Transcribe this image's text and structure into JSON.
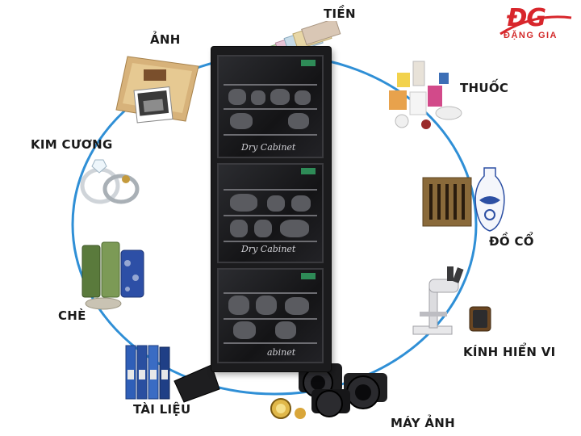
{
  "brand": {
    "logo_mark": "ĐG",
    "logo_name": "ĐẶNG GIA",
    "accent": "#d8262c"
  },
  "ring_color": "#2f8fd6",
  "labels": {
    "tien": "TIỀN",
    "anh": "ẢNH",
    "thuoc": "THUỐC",
    "kim_cuong": "KIM CƯƠNG",
    "do_co": "ĐỒ CỔ",
    "che": "CHÈ",
    "kinh_hien_vi": "KÍNH HIỂN VI",
    "tai_lieu": "TÀI LIỆU",
    "may_anh": "MÁY ẢNH"
  },
  "cabinet": {
    "brand_text": "Dry Cabinet",
    "brand_text_partial": "abinet"
  }
}
